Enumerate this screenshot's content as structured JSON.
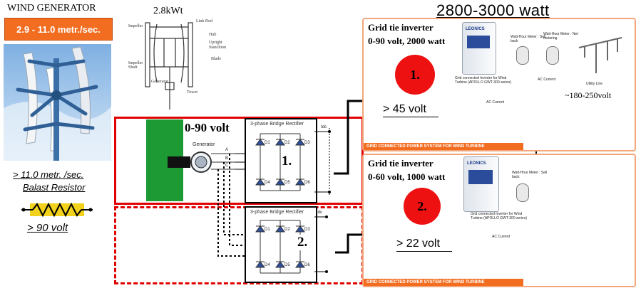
{
  "header": {
    "total_power": "2800-3000 watt"
  },
  "wind": {
    "title": "WIND GENERATOR",
    "speed_range": "2.9 - 11.0 metr./sec.",
    "overspeed": "> 11.0 metr. /sec.",
    "balast": "Balast Resistor",
    "overvolt": "> 90 volt"
  },
  "turbine_drawing": {
    "rating": "2.8kWt",
    "parts": {
      "link_rod": "Link Rod",
      "impeller": "Impeller",
      "hub": "Hub",
      "upright": "Upright",
      "stanchion": "Stanchion",
      "blade": "Blade",
      "impeller_shaft": "Impeller Shaft",
      "generator": "Generator",
      "tower": "Tower"
    }
  },
  "generator": {
    "volt_range": "0-90 volt",
    "label": "Generator",
    "phases": [
      "A",
      "B",
      "C"
    ]
  },
  "rectifiers": [
    {
      "title": "3-phase Bridge Rectifier",
      "diodes": [
        "D1",
        "D2",
        "D3",
        "D4",
        "D5",
        "D6"
      ],
      "number": "1.",
      "idc": "Idc"
    },
    {
      "title": "3-phase Bridge Rectifier",
      "diodes": [
        "D1",
        "D2",
        "D3",
        "D4",
        "D5",
        "D6"
      ],
      "number": "2.",
      "idc": "Idc"
    }
  ],
  "systems": [
    {
      "inverter_title": "Grid tie inverter",
      "inverter_spec": "0-90 volt, 2000 watt",
      "number": "1.",
      "input_volt": "> 45 volt",
      "brand": "LEONICS",
      "inverter_caption": "Grid connected Inverter for Wind Turbine (APOLLO GWT-300 series)",
      "ac_current": "AC Current",
      "meter1": "Watt-Hour Meter : Sell back",
      "meter2": "Watt-Hour Meter : Net metering",
      "utility": "Utility Line",
      "footer": "GRID CONNECTED POWER SYSTEM FOR WIND TURBINE",
      "grid_volt": "~180-250volt"
    },
    {
      "inverter_title": "Grid tie inverter",
      "inverter_spec": "0-60 volt, 1000 watt",
      "number": "2.",
      "input_volt": "> 22 volt",
      "brand": "LEONICS",
      "inverter_caption": "Grid connected Inverter for Wind Turbine (APOLLO GWT-300 series)",
      "ac_current": "AC Current",
      "meter1": "Watt-Hour Meter : Sell back",
      "footer": "GRID CONNECTED POWER SYSTEM FOR WIND TURBINE"
    }
  ],
  "colors": {
    "accent_orange": "#f36d21",
    "alert_red": "#ee1111",
    "generator_green": "#1e9a35",
    "resistor_yellow": "#f2d21a"
  }
}
